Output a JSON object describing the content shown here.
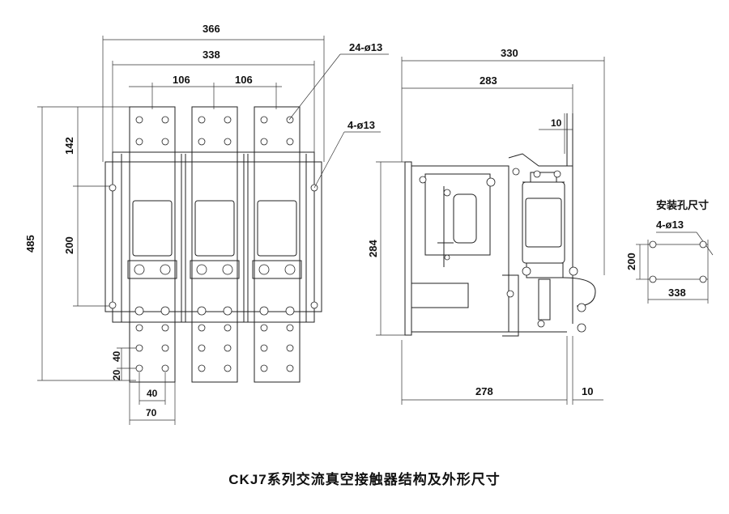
{
  "caption": "CKJ7系列交流真空接触器结构及外形尺寸",
  "front_view": {
    "dims": {
      "overall_width": "366",
      "inner_width": "338",
      "pitch_left": "106",
      "pitch_right": "106",
      "top_section": "142",
      "middle_section": "200",
      "overall_height": "485",
      "hole_vertical_pitch": "40",
      "hole_bottom_offset": "20",
      "hole_horizontal_pitch": "40",
      "bar_width": "70"
    },
    "callouts": {
      "bar_holes": "24-ø13",
      "mount_holes": "4-ø13"
    }
  },
  "side_view": {
    "dims": {
      "overall_depth": "330",
      "body_depth": "283",
      "bracket_offset_top": "10",
      "height": "284",
      "base_depth": "278",
      "bracket_offset_bottom": "10"
    }
  },
  "mounting": {
    "title": "安装孔尺寸",
    "holes": "4-ø13",
    "height": "200",
    "width": "338"
  }
}
